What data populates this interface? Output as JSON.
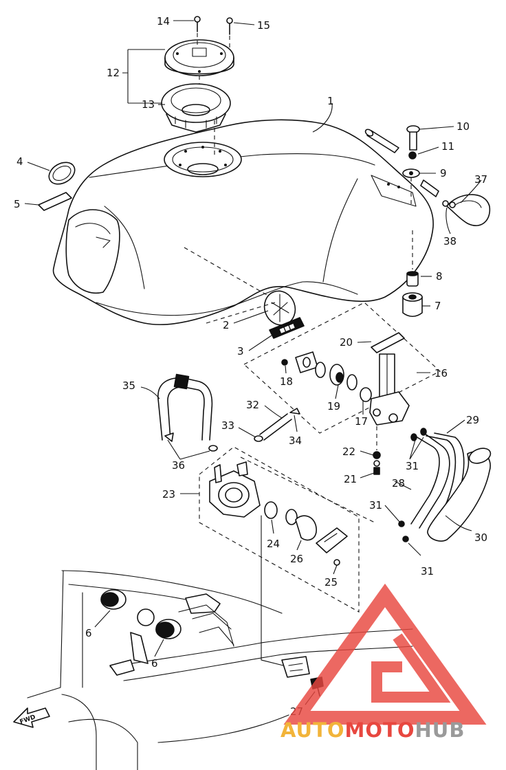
{
  "diagram": {
    "callouts": [
      {
        "id": "c1",
        "label": "1"
      },
      {
        "id": "c2",
        "label": "2"
      },
      {
        "id": "c3",
        "label": "3"
      },
      {
        "id": "c4",
        "label": "4"
      },
      {
        "id": "c5",
        "label": "5"
      },
      {
        "id": "c6a",
        "label": "6"
      },
      {
        "id": "c6b",
        "label": "6"
      },
      {
        "id": "c7",
        "label": "7"
      },
      {
        "id": "c8",
        "label": "8"
      },
      {
        "id": "c9",
        "label": "9"
      },
      {
        "id": "c10",
        "label": "10"
      },
      {
        "id": "c11",
        "label": "11"
      },
      {
        "id": "c12",
        "label": "12"
      },
      {
        "id": "c13",
        "label": "13"
      },
      {
        "id": "c14",
        "label": "14"
      },
      {
        "id": "c15",
        "label": "15"
      },
      {
        "id": "c16",
        "label": "16"
      },
      {
        "id": "c17",
        "label": "17"
      },
      {
        "id": "c18",
        "label": "18"
      },
      {
        "id": "c19",
        "label": "19"
      },
      {
        "id": "c20",
        "label": "20"
      },
      {
        "id": "c21",
        "label": "21"
      },
      {
        "id": "c22",
        "label": "22"
      },
      {
        "id": "c23",
        "label": "23"
      },
      {
        "id": "c24",
        "label": "24"
      },
      {
        "id": "c25",
        "label": "25"
      },
      {
        "id": "c26",
        "label": "26"
      },
      {
        "id": "c27",
        "label": "27"
      },
      {
        "id": "c28",
        "label": "28"
      },
      {
        "id": "c29",
        "label": "29"
      },
      {
        "id": "c30",
        "label": "30"
      },
      {
        "id": "c31a",
        "label": "31"
      },
      {
        "id": "c31b",
        "label": "31"
      },
      {
        "id": "c31c",
        "label": "31"
      },
      {
        "id": "c32",
        "label": "32"
      },
      {
        "id": "c33",
        "label": "33"
      },
      {
        "id": "c34",
        "label": "34"
      },
      {
        "id": "c35",
        "label": "35"
      },
      {
        "id": "c36",
        "label": "36"
      },
      {
        "id": "c37",
        "label": "37"
      },
      {
        "id": "c38",
        "label": "38"
      }
    ],
    "fwd_arrow_label": "FWD"
  },
  "watermark": {
    "part1": "AUTO",
    "part2": "MOTO",
    "part3": "HUB",
    "color_part1": "#f2b43a",
    "color_part2": "#e8473f",
    "color_part3": "#9a9a9a",
    "logo_color": "#e8473f"
  }
}
